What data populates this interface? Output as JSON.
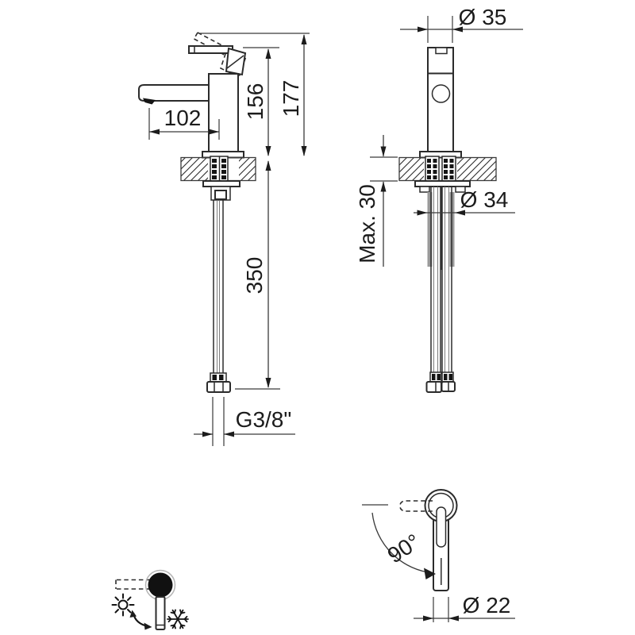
{
  "drawing": {
    "type": "technical-drawing",
    "subject": "single-lever basin mixer tap - dimensional drawing",
    "background": "#ffffff",
    "line_color": "#2b2b2b",
    "text_color": "#1c1c1c",
    "sleeve_color": "#9a9a9a",
    "views": {
      "side": {
        "title": "side view",
        "dims": {
          "spout_reach": "102",
          "spout_height": "156",
          "total_height": "177",
          "hose_length": "350",
          "thread": "G3/8\""
        }
      },
      "front": {
        "title": "front view",
        "dims": {
          "body_diameter": "Ø 35",
          "max_deck_thickness": "Max. 30",
          "shank_diameter": "Ø 34"
        }
      },
      "top": {
        "title": "top view",
        "dims": {
          "swivel_angle": "90°",
          "spout_diameter": "Ø 22"
        }
      },
      "mixing": {
        "title": "temperature mixing diagram",
        "hot_icon": "sun-icon",
        "cold_icon": "snowflake-icon"
      }
    }
  }
}
